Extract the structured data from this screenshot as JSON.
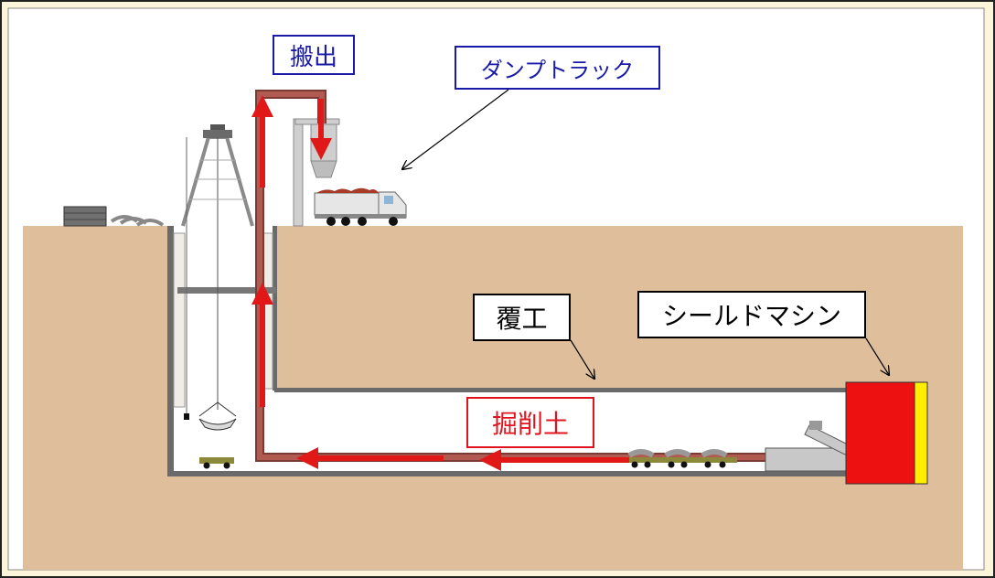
{
  "labels": {
    "hanshutsu": "搬出",
    "dump_truck": "ダンプトラック",
    "fukko": "覆工",
    "shield_machine": "シールドマシン",
    "kussakudo": "掘削土"
  },
  "colors": {
    "background": "#fdf5d9",
    "ground": "#dfbe9b",
    "conveyor": "#b05a52",
    "flow_arrow": "#e01818",
    "shield_body": "#ee1111",
    "shield_cutter": "#ffee00",
    "label_blue": "#1a1aa8",
    "label_red": "#e0141e"
  }
}
